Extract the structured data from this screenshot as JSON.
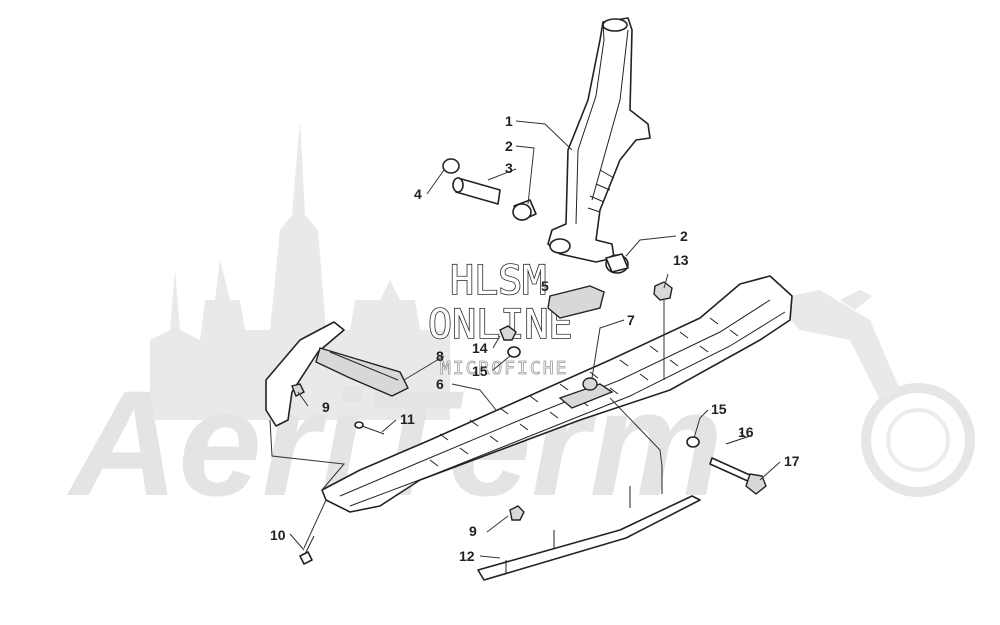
{
  "watermark": {
    "brand": "AeriTerm",
    "hlsm_line1": "HLSM",
    "hlsm_line2": "ONLINE",
    "hlsm_line3": "MICROFICHE"
  },
  "callouts": [
    {
      "id": "c1",
      "label": "1"
    },
    {
      "id": "c2a",
      "label": "2"
    },
    {
      "id": "c3",
      "label": "3"
    },
    {
      "id": "c4",
      "label": "4"
    },
    {
      "id": "c2b",
      "label": "2"
    },
    {
      "id": "c13",
      "label": "13"
    },
    {
      "id": "c5",
      "label": "5"
    },
    {
      "id": "c7",
      "label": "7"
    },
    {
      "id": "c14",
      "label": "14"
    },
    {
      "id": "c8",
      "label": "8"
    },
    {
      "id": "c15a",
      "label": "15"
    },
    {
      "id": "c6",
      "label": "6"
    },
    {
      "id": "c9a",
      "label": "9"
    },
    {
      "id": "c11",
      "label": "11"
    },
    {
      "id": "c15b",
      "label": "15"
    },
    {
      "id": "c16",
      "label": "16"
    },
    {
      "id": "c17",
      "label": "17"
    },
    {
      "id": "c10",
      "label": "10"
    },
    {
      "id": "c9b",
      "label": "9"
    },
    {
      "id": "c12",
      "label": "12"
    }
  ]
}
